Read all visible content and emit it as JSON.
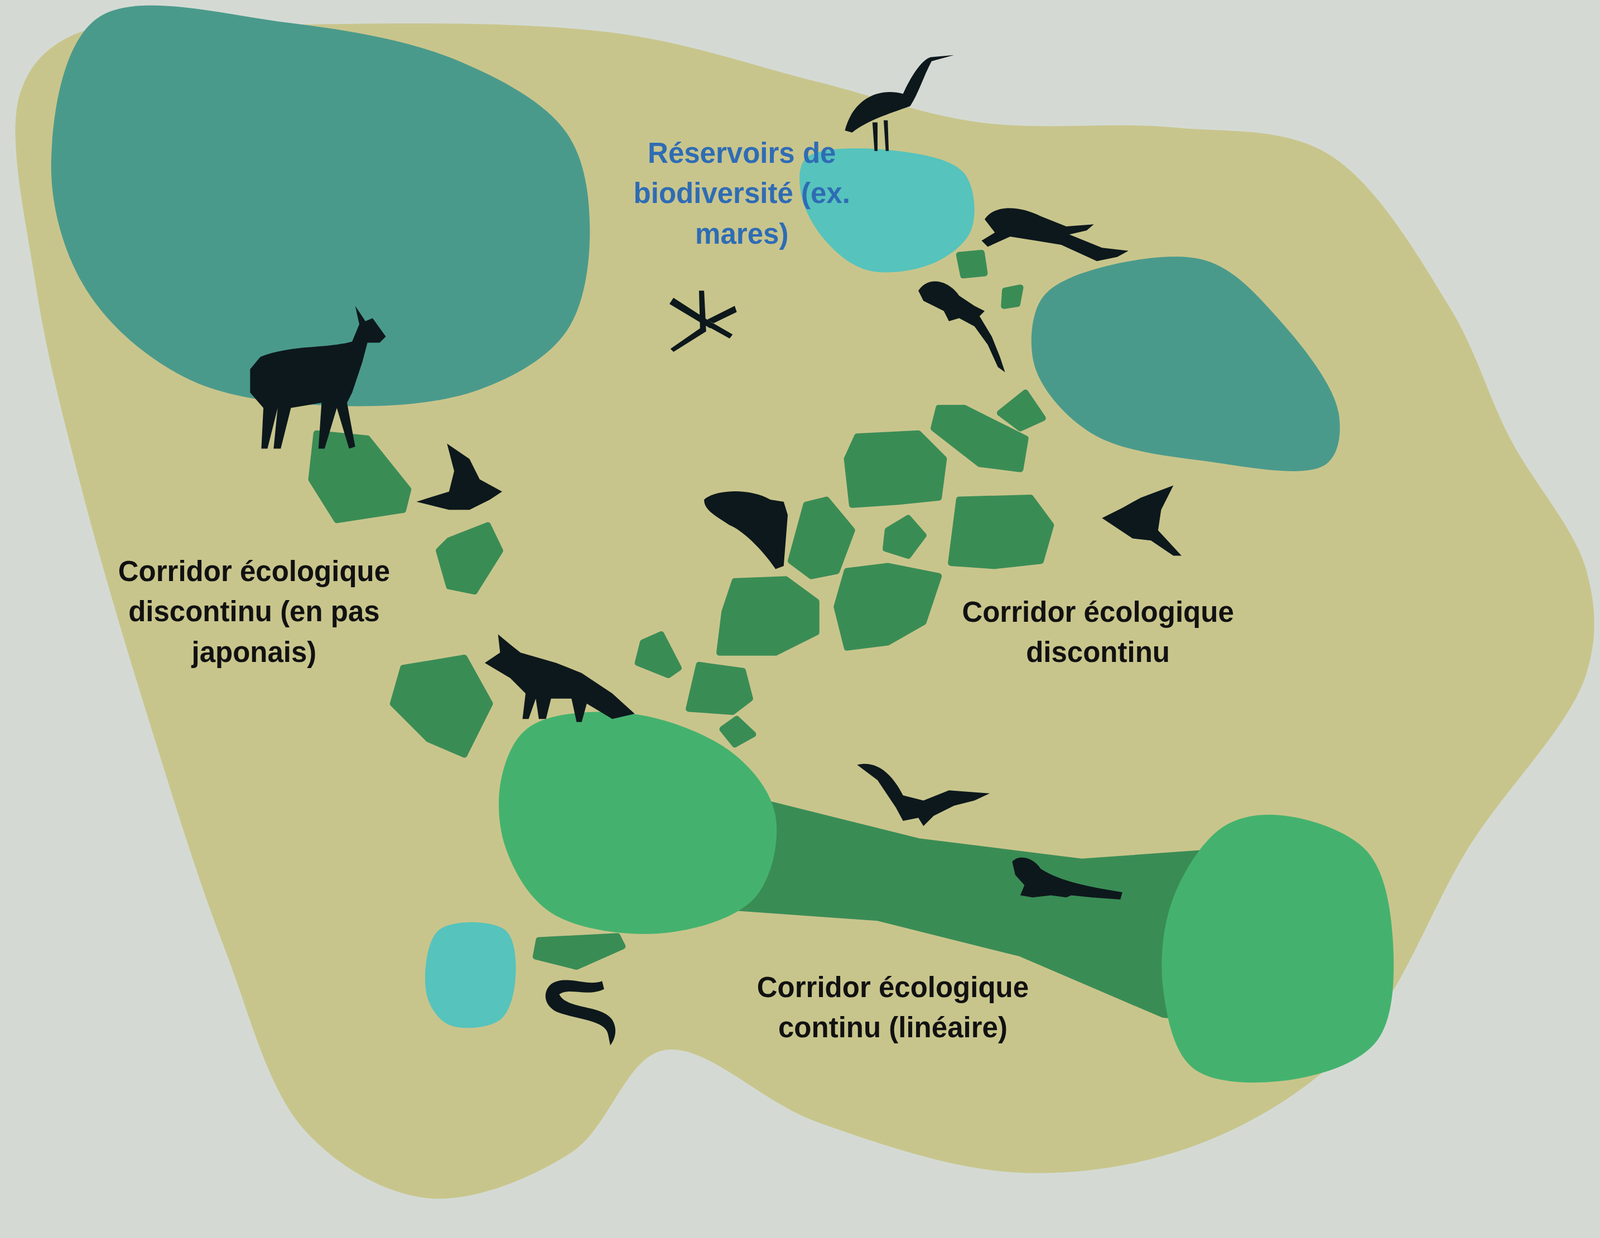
{
  "diagram": {
    "labels": [
      "Réservoirs de biodiversité (ex. mares)",
      "Corridor écologique discontinu (en pas japonais)",
      "Corridor écologique discontinu",
      "Corridor écologique continu (linéaire)"
    ]
  }
}
